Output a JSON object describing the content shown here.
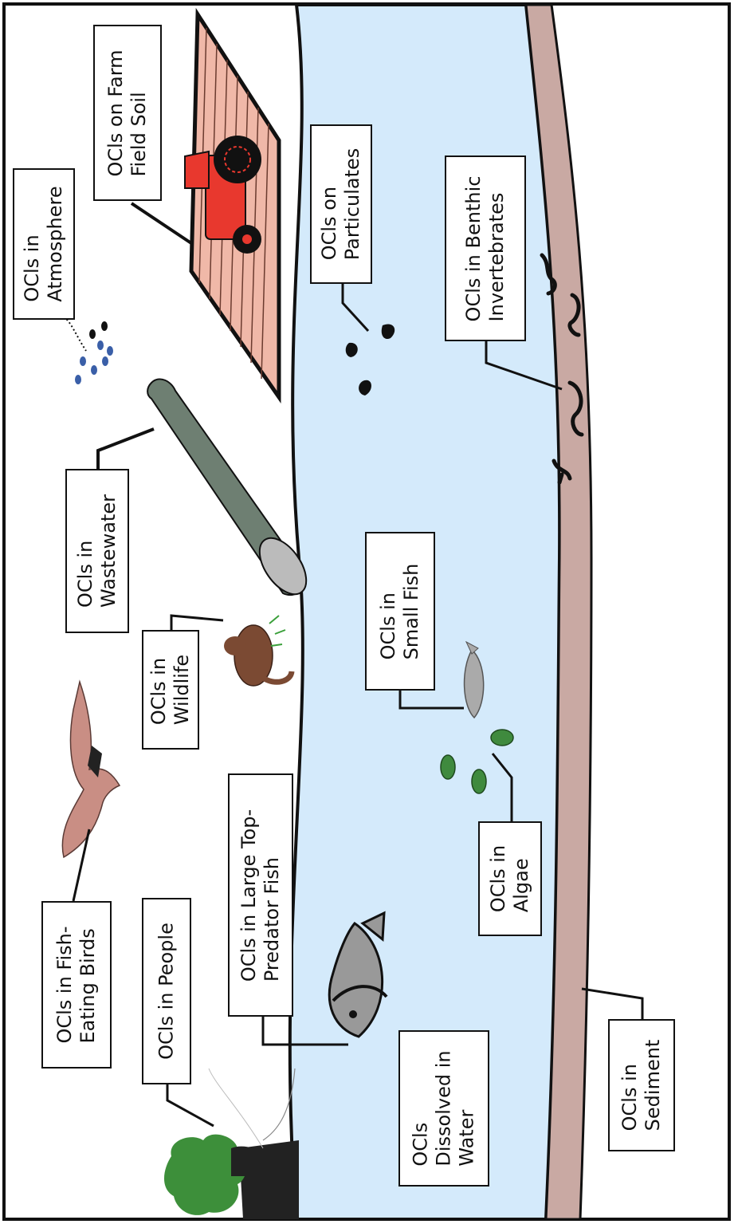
{
  "labels": {
    "farm_soil": [
      "OCls on Farm",
      "Field Soil"
    ],
    "atmosphere": [
      "OCls in",
      "Atmosphere"
    ],
    "particulates": [
      "OCls on",
      "Particulates"
    ],
    "benthic": [
      "OCls in Benthic",
      "Invertebrates"
    ],
    "wastewater": [
      "OCls in",
      "Wastewater"
    ],
    "wildlife": [
      "OCls in",
      "Wildlife"
    ],
    "small_fish": [
      "OCls in",
      "Small Fish"
    ],
    "birds": [
      "OCls in Fish-",
      "Eating Birds"
    ],
    "people": [
      "OCls in People"
    ],
    "large_fish": [
      "OCls in Large Top-",
      "Predator Fish"
    ],
    "algae": [
      "OCls in",
      "Algae"
    ],
    "dissolved": [
      "OCls",
      "Dissolved in",
      "Water"
    ],
    "sediment": [
      "OCls in",
      "Sediment"
    ]
  },
  "colors": {
    "water": "#d4eafb",
    "sediment": "#c9a9a3",
    "field_stripes": "#f0b8a8",
    "tractor": "#e8382e",
    "pipe": "#6e7f72",
    "bird": "#c98e84",
    "algae": "#3f8a3e",
    "tree": "#3d8f3a",
    "fish": "#999999"
  }
}
